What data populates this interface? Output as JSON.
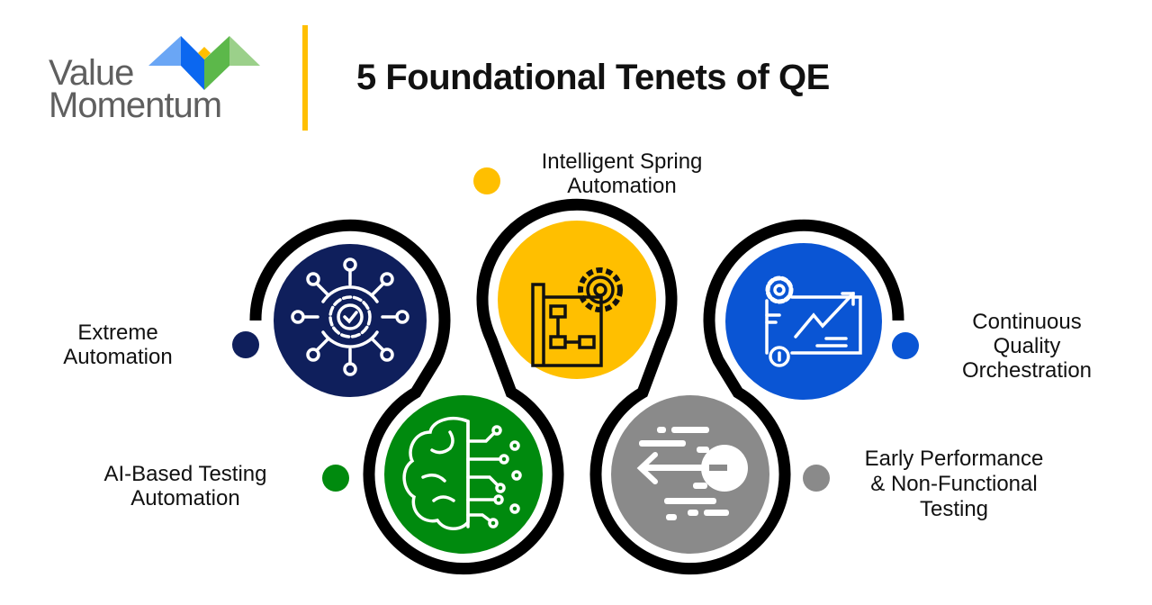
{
  "logo": {
    "line1": "Value",
    "line2": "Momentum"
  },
  "title": "5 Foundational Tenets of QE",
  "tenets": [
    {
      "lines": [
        "Extreme",
        "Automation"
      ],
      "color": "#0f1f5c",
      "icon": "gear-network-icon"
    },
    {
      "lines": [
        "AI-Based Testing",
        "Automation"
      ],
      "color": "#008a0e",
      "icon": "brain-circuit-icon"
    },
    {
      "lines": [
        "Intelligent Spring",
        "Automation"
      ],
      "color": "#ffbf00",
      "icon": "blueprint-gear-icon"
    },
    {
      "lines": [
        "Early Performance",
        "& Non-Functional",
        "Testing"
      ],
      "color": "#8a8a8a",
      "icon": "speed-arrow-icon"
    },
    {
      "lines": [
        "Continuous",
        "Quality",
        "Orchestration"
      ],
      "color": "#0a55d4",
      "icon": "growth-chart-icon"
    }
  ]
}
